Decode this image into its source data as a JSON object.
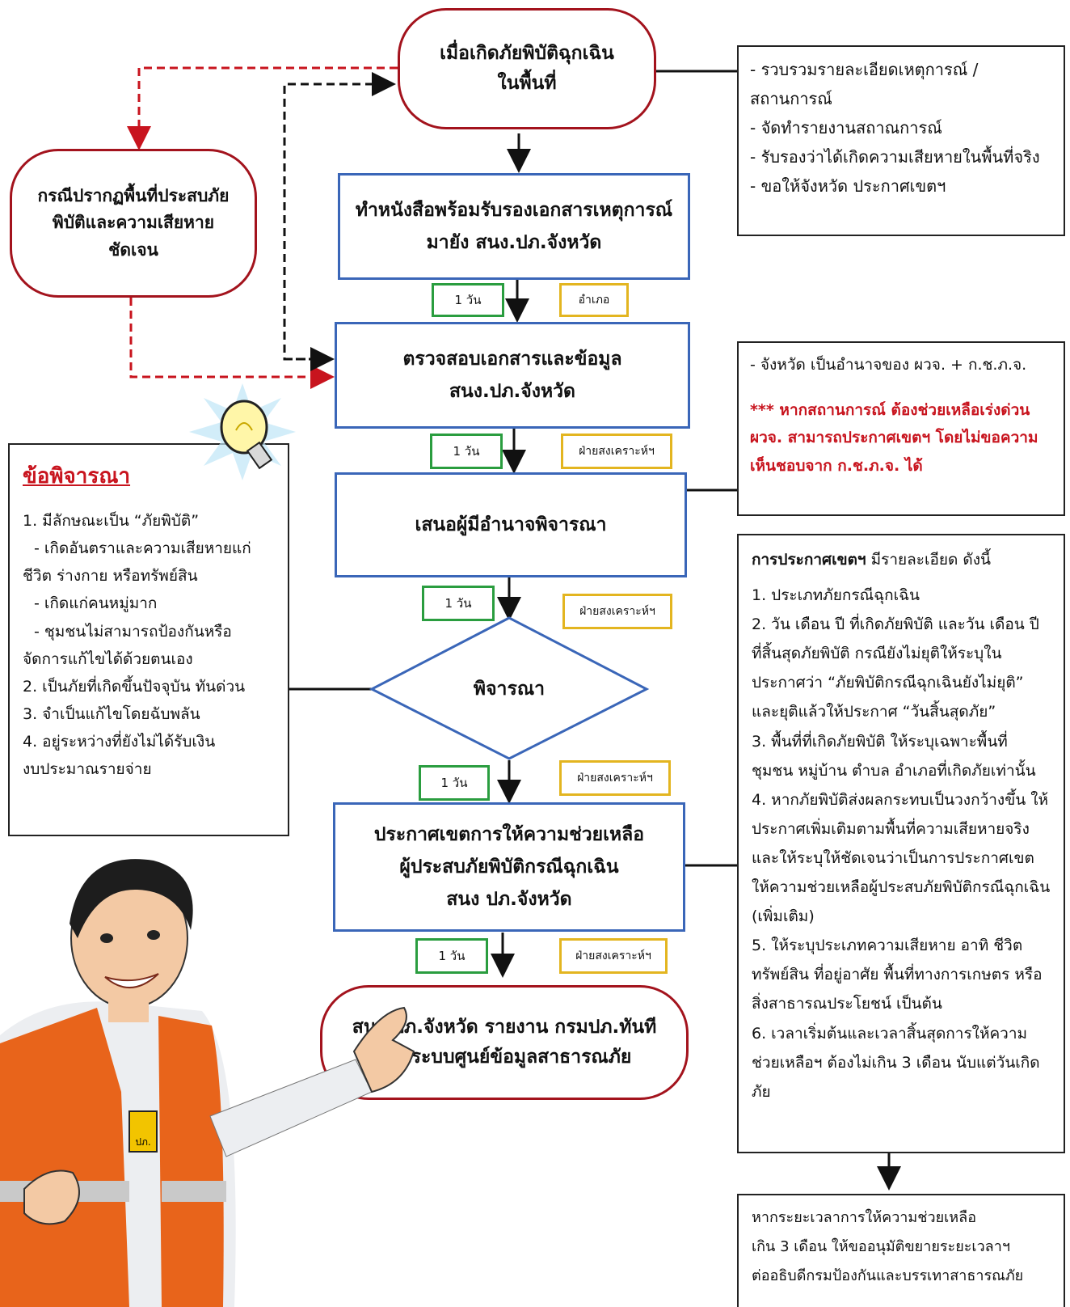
{
  "flow": {
    "start": [
      "เมื่อเกิดภัยพิบัติฉุกเฉิน",
      "ในพื้นที่"
    ],
    "side_case": [
      "กรณีปรากฏพื้นที่ประสบภัย",
      "พิบัติและความเสียหาย",
      "ชัดเจน"
    ],
    "step1": [
      "ทำหนังสือพร้อมรับรองเอกสารเหตุการณ์",
      "มายัง สนง.ปภ.จังหวัด"
    ],
    "step2": [
      "ตรวจสอบเอกสารและข้อมูล",
      "สนง.ปภ.จังหวัด"
    ],
    "step3": [
      "เสนอผู้มีอำนาจพิจารณา"
    ],
    "decision": "พิจารณา",
    "step4": [
      "ประกาศเขตการให้ความช่วยเหลือ",
      "ผู้ประสบภัยพิบัติกรณีฉุกเฉิน",
      "สนง ปภ.จังหวัด"
    ],
    "end": [
      "สนง.ปภ.จังหวัด รายงาน กรมปภ.ทันที",
      "ผ่านระบบศูนย์ข้อมูลสาธารณภัย"
    ]
  },
  "durations": {
    "d1": "1 วัน",
    "u1": "อำเภอ",
    "d2": "1 วัน",
    "u2": "ฝ่ายสงเคราะห์ฯ",
    "d3": "1 วัน",
    "u3": "ฝ่ายสงเคราะห์ฯ",
    "d4": "1 วัน",
    "u4": "ฝ่ายสงเคราะห์ฯ",
    "d5": "1 วัน",
    "u5": "ฝ่ายสงเคราะห์ฯ"
  },
  "note_top": [
    "- รวบรวมรายละเอียดเหตุการณ์ /",
    "สถานการณ์",
    "- จัดทำรายงานสถาณการณ์",
    "- รับรองว่าได้เกิดความเสียหายในพื้นที่จริง",
    "- ขอให้จังหวัด ประกาศเขตฯ"
  ],
  "note_authority": {
    "line": "- จังหวัด เป็นอำนาจของ ผวจ. + ก.ช.ภ.จ.",
    "urgent": [
      "*** หากสถานการณ์ ต้องช่วยเหลือเร่งด่วน",
      "ผวจ. สามารถประกาศเขตฯ โดยไม่ขอความ",
      "เห็นชอบจาก ก.ช.ภ.จ. ได้"
    ]
  },
  "considerations": {
    "title": "ข้อพิจารณา",
    "lines": [
      "1. มีลักษณะเป็น  “ภัยพิบัติ”",
      "   - เกิดอันตราและความเสียหายแก่",
      "ชีวิต ร่างกาย หรือทรัพย์สิน",
      "   - เกิดแก่คนหมู่มาก",
      "   - ชุมชนไม่สามารถป้องกันหรือ",
      "จัดการแก้ไขได้ด้วยตนเอง",
      "2. เป็นภัยที่เกิดขึ้นปัจจุบัน ทันด่วน",
      "3. จำเป็นแก้ไขโดยฉับพลัน",
      "4. อยู่ระหว่างที่ยังไม่ได้รับเงิน",
      "งบประมาณรายจ่าย"
    ]
  },
  "announcement": {
    "heading": "การประกาศเขตฯ",
    "heading_rest": " มีรายละเอียด ดังนี้",
    "items": [
      "1. ประเภทภัยกรณีฉุกเฉิน",
      "2. วัน เดือน ปี ที่เกิดภัยพิบัติ และวัน เดือน ปี ที่สิ้นสุดภัยพิบัติ กรณียังไม่ยุติให้ระบุในประกาศว่า “ภัยพิบัติกรณีฉุกเฉินยังไม่ยุติ” และยุติแล้วให้ประกาศ “วันสิ้นสุดภัย”",
      "3. พื้นที่ที่เกิดภัยพิบัติ ให้ระบุเฉพาะพื้นที่ ชุมชน หมู่บ้าน ตำบล อำเภอที่เกิดภัยเท่านั้น",
      "4. หากภัยพิบัติส่งผลกระทบเป็นวงกว้างขึ้น ให้ประกาศเพิ่มเติมตามพื้นที่ความเสียหายจริง และให้ระบุให้ชัดเจนว่าเป็นการประกาศเขตให้ความช่วยเหลือผู้ประสบภัยพิบัติกรณีฉุกเฉิน (เพิ่มเติม)",
      "5. ให้ระบุประเภทความเสียหาย อาทิ ชีวิต ทรัพย์สิน ที่อยู่อาศัย พื้นที่ทางการเกษตร หรือสิ่งสาธารณประโยชน์ เป็นต้น",
      "6. เวลาเริ่มต้นและเวลาสิ้นสุดการให้ความช่วยเหลือฯ ต้องไม่เกิน 3 เดือน นับแต่วันเกิดภัย"
    ]
  },
  "note_extension": [
    "หากระยะเวลาการให้ความช่วยเหลือ",
    "เกิน 3 เดือน ให้ขออนุมัติขยายระยะเวลาฯ",
    "ต่ออธิบดีกรมป้องกันและบรรเทาสาธารณภัย"
  ],
  "badge_text": "ปภ.",
  "colors": {
    "red": "#a3131d",
    "blue": "#3a66b8",
    "green": "#2a9d3f",
    "yellow": "#e3b520",
    "vest": "#e8641b"
  }
}
